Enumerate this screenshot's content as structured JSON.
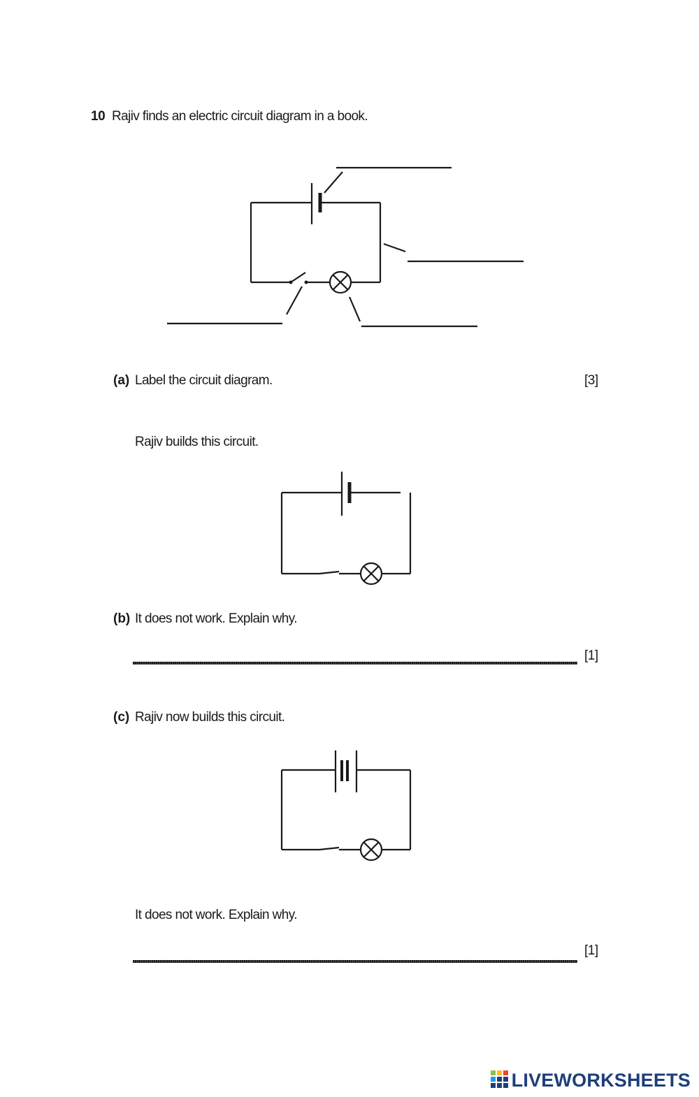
{
  "question": {
    "number": "10",
    "text": "Rajiv finds an electric circuit diagram in a book."
  },
  "part_a": {
    "label": "(a)",
    "text": "Label the circuit diagram.",
    "marks": "[3]",
    "blanks": [
      "",
      "",
      "",
      ""
    ]
  },
  "intro_b": "Rajiv builds this circuit.",
  "part_b": {
    "label": "(b)",
    "text": "It does not work. Explain why.",
    "marks": "[1]",
    "answer": ""
  },
  "part_c": {
    "label": "(c)",
    "text": "Rajiv now builds this circuit.",
    "followup": "It does not work. Explain why.",
    "marks": "[1]",
    "answer": ""
  },
  "brand": {
    "name": "LIVEWORKSHEETS",
    "icon": "liveworksheets-logo-icon",
    "color": "#1d3f7a"
  }
}
